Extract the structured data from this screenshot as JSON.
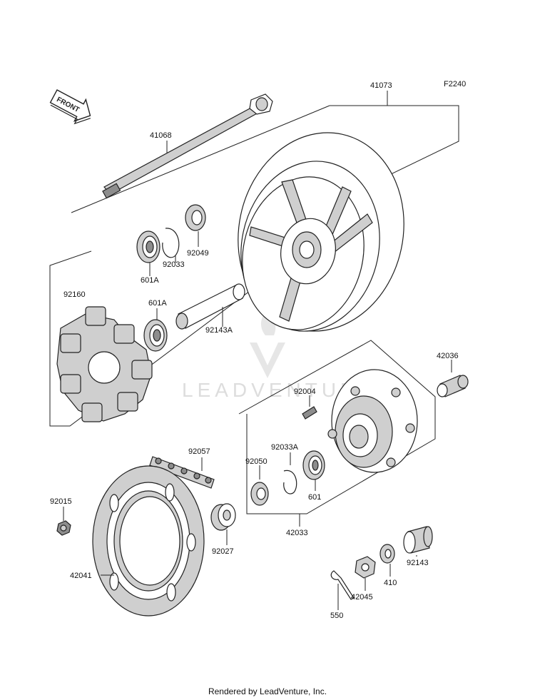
{
  "diagram": {
    "code": "F2240",
    "front_arrow_label": "FRONT",
    "watermark": "LEADVENTURE",
    "footer": "Rendered by LeadVenture, Inc.",
    "parts": {
      "p41073": "41073",
      "p41068": "41068",
      "p92049": "92049",
      "p92033": "92033",
      "p601A_top": "601A",
      "p601A_mid": "601A",
      "p92160": "92160",
      "p92143A": "92143A",
      "p42036": "42036",
      "p92004": "92004",
      "p92033A": "92033A",
      "p92050": "92050",
      "p601": "601",
      "p92057": "92057",
      "p92015": "92015",
      "p92027": "92027",
      "p42033": "42033",
      "p92143": "92143",
      "p42041": "42041",
      "p410": "410",
      "p42045": "42045",
      "p550": "550"
    }
  }
}
